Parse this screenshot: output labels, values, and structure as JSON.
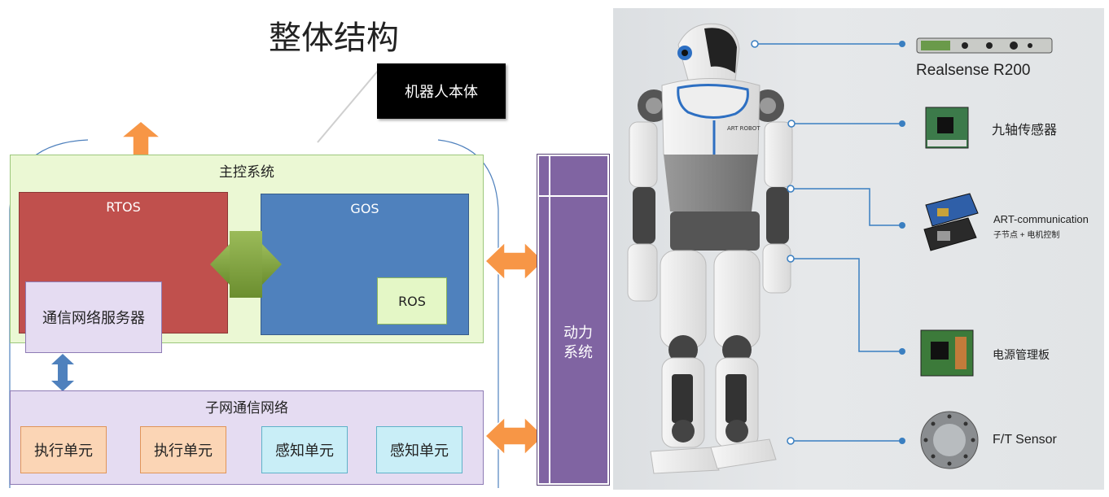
{
  "title": "整体结构",
  "callout": "机器人本体",
  "main_system": {
    "label": "主控系统",
    "rtos": "RTOS",
    "gos": "GOS",
    "ros": "ROS",
    "comm_server": "通信网络服务器"
  },
  "subnet": {
    "label": "子网通信网络",
    "units": [
      "执行单元",
      "执行单元",
      "感知单元",
      "感知单元"
    ]
  },
  "power": {
    "line1": "动力",
    "line2": "系统"
  },
  "robot": {
    "logo": "ART ROBOT",
    "components": [
      {
        "name": "Realsense R200",
        "sub": ""
      },
      {
        "name": "九轴传感器",
        "sub": ""
      },
      {
        "name": "ART-communication",
        "sub": "子节点 + 电机控制"
      },
      {
        "name": "电源管理板",
        "sub": ""
      },
      {
        "name": "F/T Sensor",
        "sub": ""
      }
    ]
  },
  "colors": {
    "main_bg": "#ebf8d4",
    "rtos": "#c0504d",
    "gos": "#4f81bd",
    "power": "#8064a2",
    "arrow_orange": "#f79646",
    "arrow_green": "#77933c",
    "arrow_blue": "#4f81bd",
    "connector": "#3a7fc1"
  }
}
